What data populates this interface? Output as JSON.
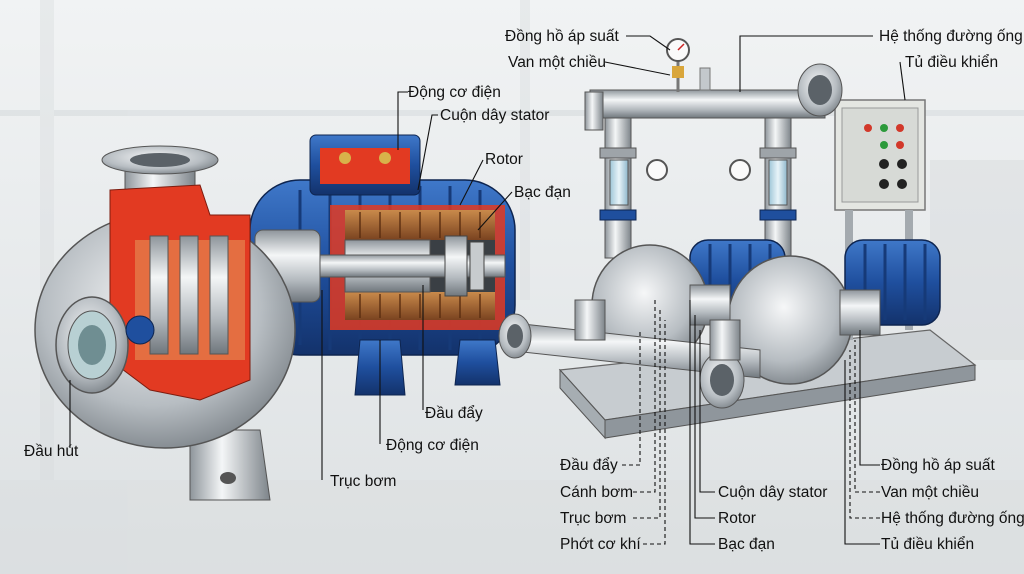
{
  "left_diagram": {
    "labels": {
      "motor_top": "Động cơ điện",
      "stator": "Cuộn dây stator",
      "rotor": "Rotor",
      "bearing": "Bạc đạn",
      "discharge": "Đầu đẩy",
      "motor_bottom": "Động cơ điện",
      "shaft": "Trục bơm",
      "suction": "Đầu hút"
    }
  },
  "right_diagram": {
    "labels": {
      "gauge_top": "Đồng hồ áp suất",
      "check_valve_top": "Van một chiều",
      "piping_top": "Hệ thống đường ống",
      "control_cabinet_top": "Tủ điều khiển",
      "discharge": "Đầu đẩy",
      "impeller": "Cánh bơm",
      "shaft": "Trục bơm",
      "mech_seal": "Phớt cơ khí",
      "stator": "Cuộn dây stator",
      "rotor": "Rotor",
      "bearing": "Bạc đạn",
      "gauge_bottom": "Đồng hồ áp suất",
      "check_valve_bottom": "Van một chiều",
      "piping_bottom": "Hệ thống đường ống",
      "control_cabinet_bottom": "Tủ điều khiển"
    }
  },
  "colors": {
    "cutaway_red": "#e23a22",
    "motor_blue": "#1f4f9e",
    "steel": "#b9bfc4",
    "background": "#eef0f1"
  }
}
